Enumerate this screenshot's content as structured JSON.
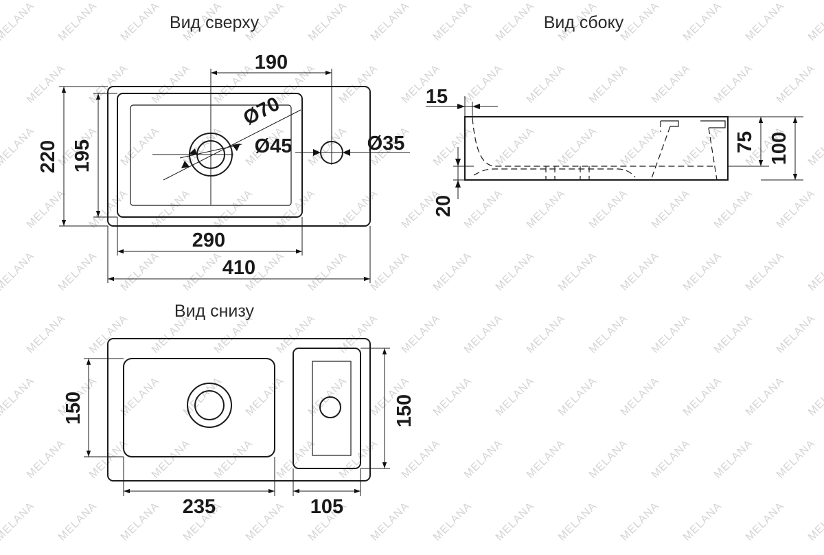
{
  "watermark": "MELANA",
  "views": {
    "top": {
      "title": "Вид сверху"
    },
    "side": {
      "title": "Вид сбоку"
    },
    "bottom": {
      "title": "Вид снизу"
    }
  },
  "dimensions": {
    "top": {
      "faucet_offset": "190",
      "outer_depth": "220",
      "bowl_depth": "195",
      "bowl_width": "290",
      "outer_width": "410",
      "faucet_hole": "Ø70",
      "drain_hole": "Ø45",
      "tap_hole": "Ø35"
    },
    "side": {
      "rim": "15",
      "bowl_height": "75",
      "total_height": "100",
      "base_height": "20"
    },
    "bottom": {
      "left_depth": "150",
      "right_depth": "150",
      "left_width": "235",
      "right_width": "105"
    }
  },
  "colors": {
    "line": "#1a1a1a",
    "watermark": "#d4d4d4",
    "background": "#ffffff"
  }
}
